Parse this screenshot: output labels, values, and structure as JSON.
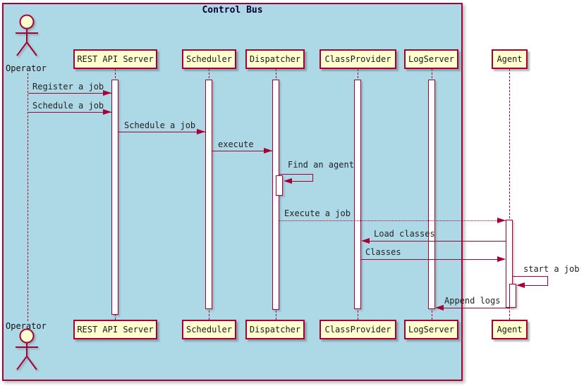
{
  "title": "Control Bus",
  "actor": {
    "label": "Operator"
  },
  "participants": [
    {
      "label": "REST API Server"
    },
    {
      "label": "Scheduler"
    },
    {
      "label": "Dispatcher"
    },
    {
      "label": "ClassProvider"
    },
    {
      "label": "LogServer"
    },
    {
      "label": "Agent"
    }
  ],
  "messages": [
    {
      "label": "Register a job",
      "from": "Operator",
      "to": "REST API Server",
      "style": "solid"
    },
    {
      "label": "Schedule a job",
      "from": "Operator",
      "to": "REST API Server",
      "style": "solid"
    },
    {
      "label": "Schedule a job",
      "from": "REST API Server",
      "to": "Scheduler",
      "style": "solid"
    },
    {
      "label": "execute",
      "from": "Scheduler",
      "to": "Dispatcher",
      "style": "solid"
    },
    {
      "label": "Find an agent",
      "from": "Dispatcher",
      "to": "Dispatcher",
      "style": "self"
    },
    {
      "label": "Execute a job",
      "from": "Dispatcher",
      "to": "Agent",
      "style": "dotted"
    },
    {
      "label": "Load classes",
      "from": "Agent",
      "to": "ClassProvider",
      "style": "solid"
    },
    {
      "label": "Classes",
      "from": "ClassProvider",
      "to": "Agent",
      "style": "solid"
    },
    {
      "label": "start a job",
      "from": "Agent",
      "to": "Agent",
      "style": "self"
    },
    {
      "label": "Append logs",
      "from": "Agent",
      "to": "LogServer",
      "style": "solid"
    }
  ],
  "colors": {
    "frame_fill": "#ADD8E6",
    "line": "#A80036",
    "participant_fill": "#FEFECE",
    "title_text": "#000030",
    "message_text": "#232323"
  }
}
